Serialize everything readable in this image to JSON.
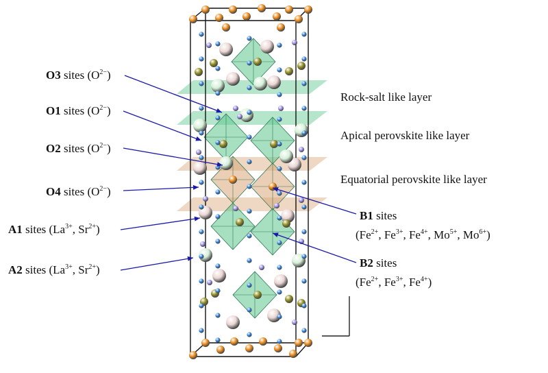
{
  "labels": [
    {
      "bold": "O3",
      "text": " sites (O",
      "sup": "2−",
      "tail": ")"
    },
    {
      "bold": "O1",
      "text": " sites (O",
      "sup": "2−",
      "tail": ")"
    },
    {
      "bold": "O2",
      "text": " sites (O",
      "sup": "2−",
      "tail": ")"
    },
    {
      "bold": "O4",
      "text": " sites (O",
      "sup": "2−",
      "tail": ")"
    },
    {
      "bold": "A1",
      "text": " sites (La",
      "sup": "3+",
      "mid": ", Sr",
      "sup2": "2+",
      "tail": ")"
    },
    {
      "bold": "A2",
      "text": " sites (La",
      "sup": "3+",
      "mid": ", Sr",
      "sup2": "2+",
      "tail": ")"
    }
  ],
  "layers": {
    "rocksalt": "Rock-salt like layer",
    "apical": "Apical perovskite like layer",
    "equatorial": "Equatorial perovskite like layer"
  },
  "b1": {
    "bold": "B1",
    "title_rest": " sites",
    "ions": [
      {
        "t": "(Fe",
        "s": "2+"
      },
      {
        "t": ", Fe",
        "s": "3+"
      },
      {
        "t": ", Fe",
        "s": "4+"
      },
      {
        "t": ", Mo",
        "s": "5+"
      },
      {
        "t": ", Mo",
        "s": "6+"
      }
    ],
    "close": ")"
  },
  "b2": {
    "bold": "B2",
    "title_rest": " sites",
    "ions": [
      {
        "t": "(Fe",
        "s": "2+"
      },
      {
        "t": ", Fe",
        "s": "3+"
      },
      {
        "t": ", Fe",
        "s": "4+"
      }
    ],
    "close": ")"
  },
  "colors": {
    "arrow": "#1a1aa8",
    "orange_atom": "#e8891a",
    "blue_atom": "#2f7fd6",
    "purple_atom": "#9a8fe6",
    "olive_atom": "#8e8a1e",
    "pink_atom": "#ead6d4",
    "mint_atom": "#d6f0d8",
    "green_octa": "#5cc78e",
    "tan_plane": "#d9a87a"
  }
}
